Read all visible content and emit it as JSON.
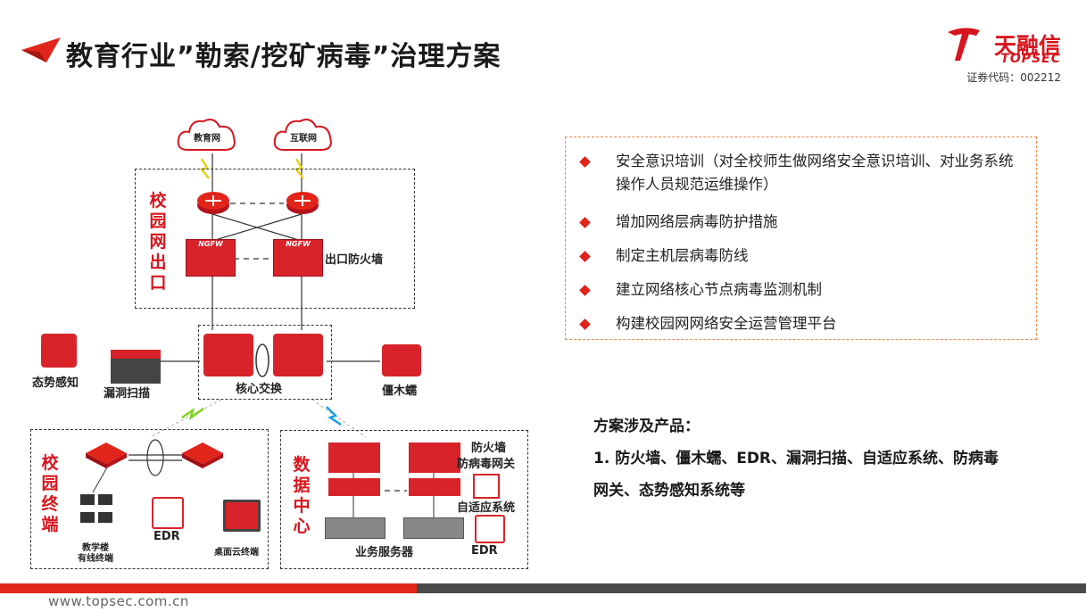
{
  "header": {
    "title": "教育行业”勒索/挖矿病毒”治理方案",
    "logo_cn": "天融信",
    "logo_en": "TOPSEC",
    "stock_code": "证券代码：002212"
  },
  "diagram": {
    "clouds": [
      "教育网",
      "互联网"
    ],
    "zone_exit": "校园网出口",
    "exit_firewall": "出口防火墙",
    "ngfw": "NGFW",
    "core_switch": "核心交换",
    "situation": "态势感知",
    "vuln_scan": "漏洞扫描",
    "zombie": "僵木蠕",
    "zone_campus": "校园终端",
    "zone_dc": "数据中心",
    "teaching_line1": "教学楼",
    "teaching_line2": "有线终端",
    "edr": "EDR",
    "desktop_cloud": "桌面云终端",
    "dc_firewall": "防火墙",
    "dc_av_gateway": "防病毒网关",
    "adaptive": "自适应系统",
    "biz_server": "业务服务器",
    "dc_edr": "EDR"
  },
  "measures": [
    "安全意识培训（对全校师生做网络安全意识培训、对业务系统操作人员规范运维操作）",
    "增加网络层病毒防护措施",
    "制定主机层病毒防线",
    "建立网络核心节点病毒监测机制",
    "构建校园网网络安全运营管理平台"
  ],
  "products": {
    "heading": "方案涉及产品：",
    "text": "1. 防火墙、僵木蠕、EDR、漏洞扫描、自适应系统、防病毒网关、态势感知系统等"
  },
  "footer": {
    "url": "www.topsec.com.cn"
  },
  "colors": {
    "brand_red": "#d7151e",
    "accent_orange": "#f08a4b",
    "footer_gray": "#4a4a4a"
  }
}
